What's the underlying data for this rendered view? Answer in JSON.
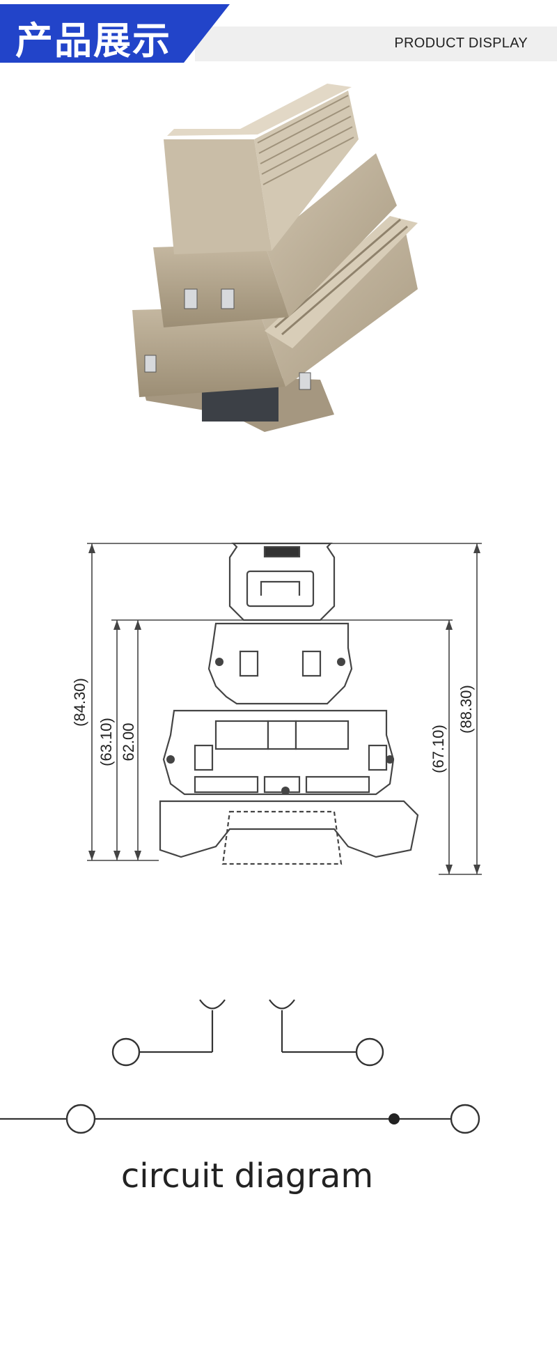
{
  "header": {
    "title_cn": "产品展示",
    "title_en": "PRODUCT DISPLAY",
    "accent_color": "#2244c9"
  },
  "product_photo": {
    "icon": "terminal-block-photo"
  },
  "dimension_drawing": {
    "dim_outer_left": "(84.30)",
    "dim_mid_left": "(63.10)",
    "dim_inner_left": "62.00",
    "dim_inner_right": "(67.10)",
    "dim_outer_right": "(88.30)"
  },
  "circuit": {
    "label": "circuit diagram"
  }
}
